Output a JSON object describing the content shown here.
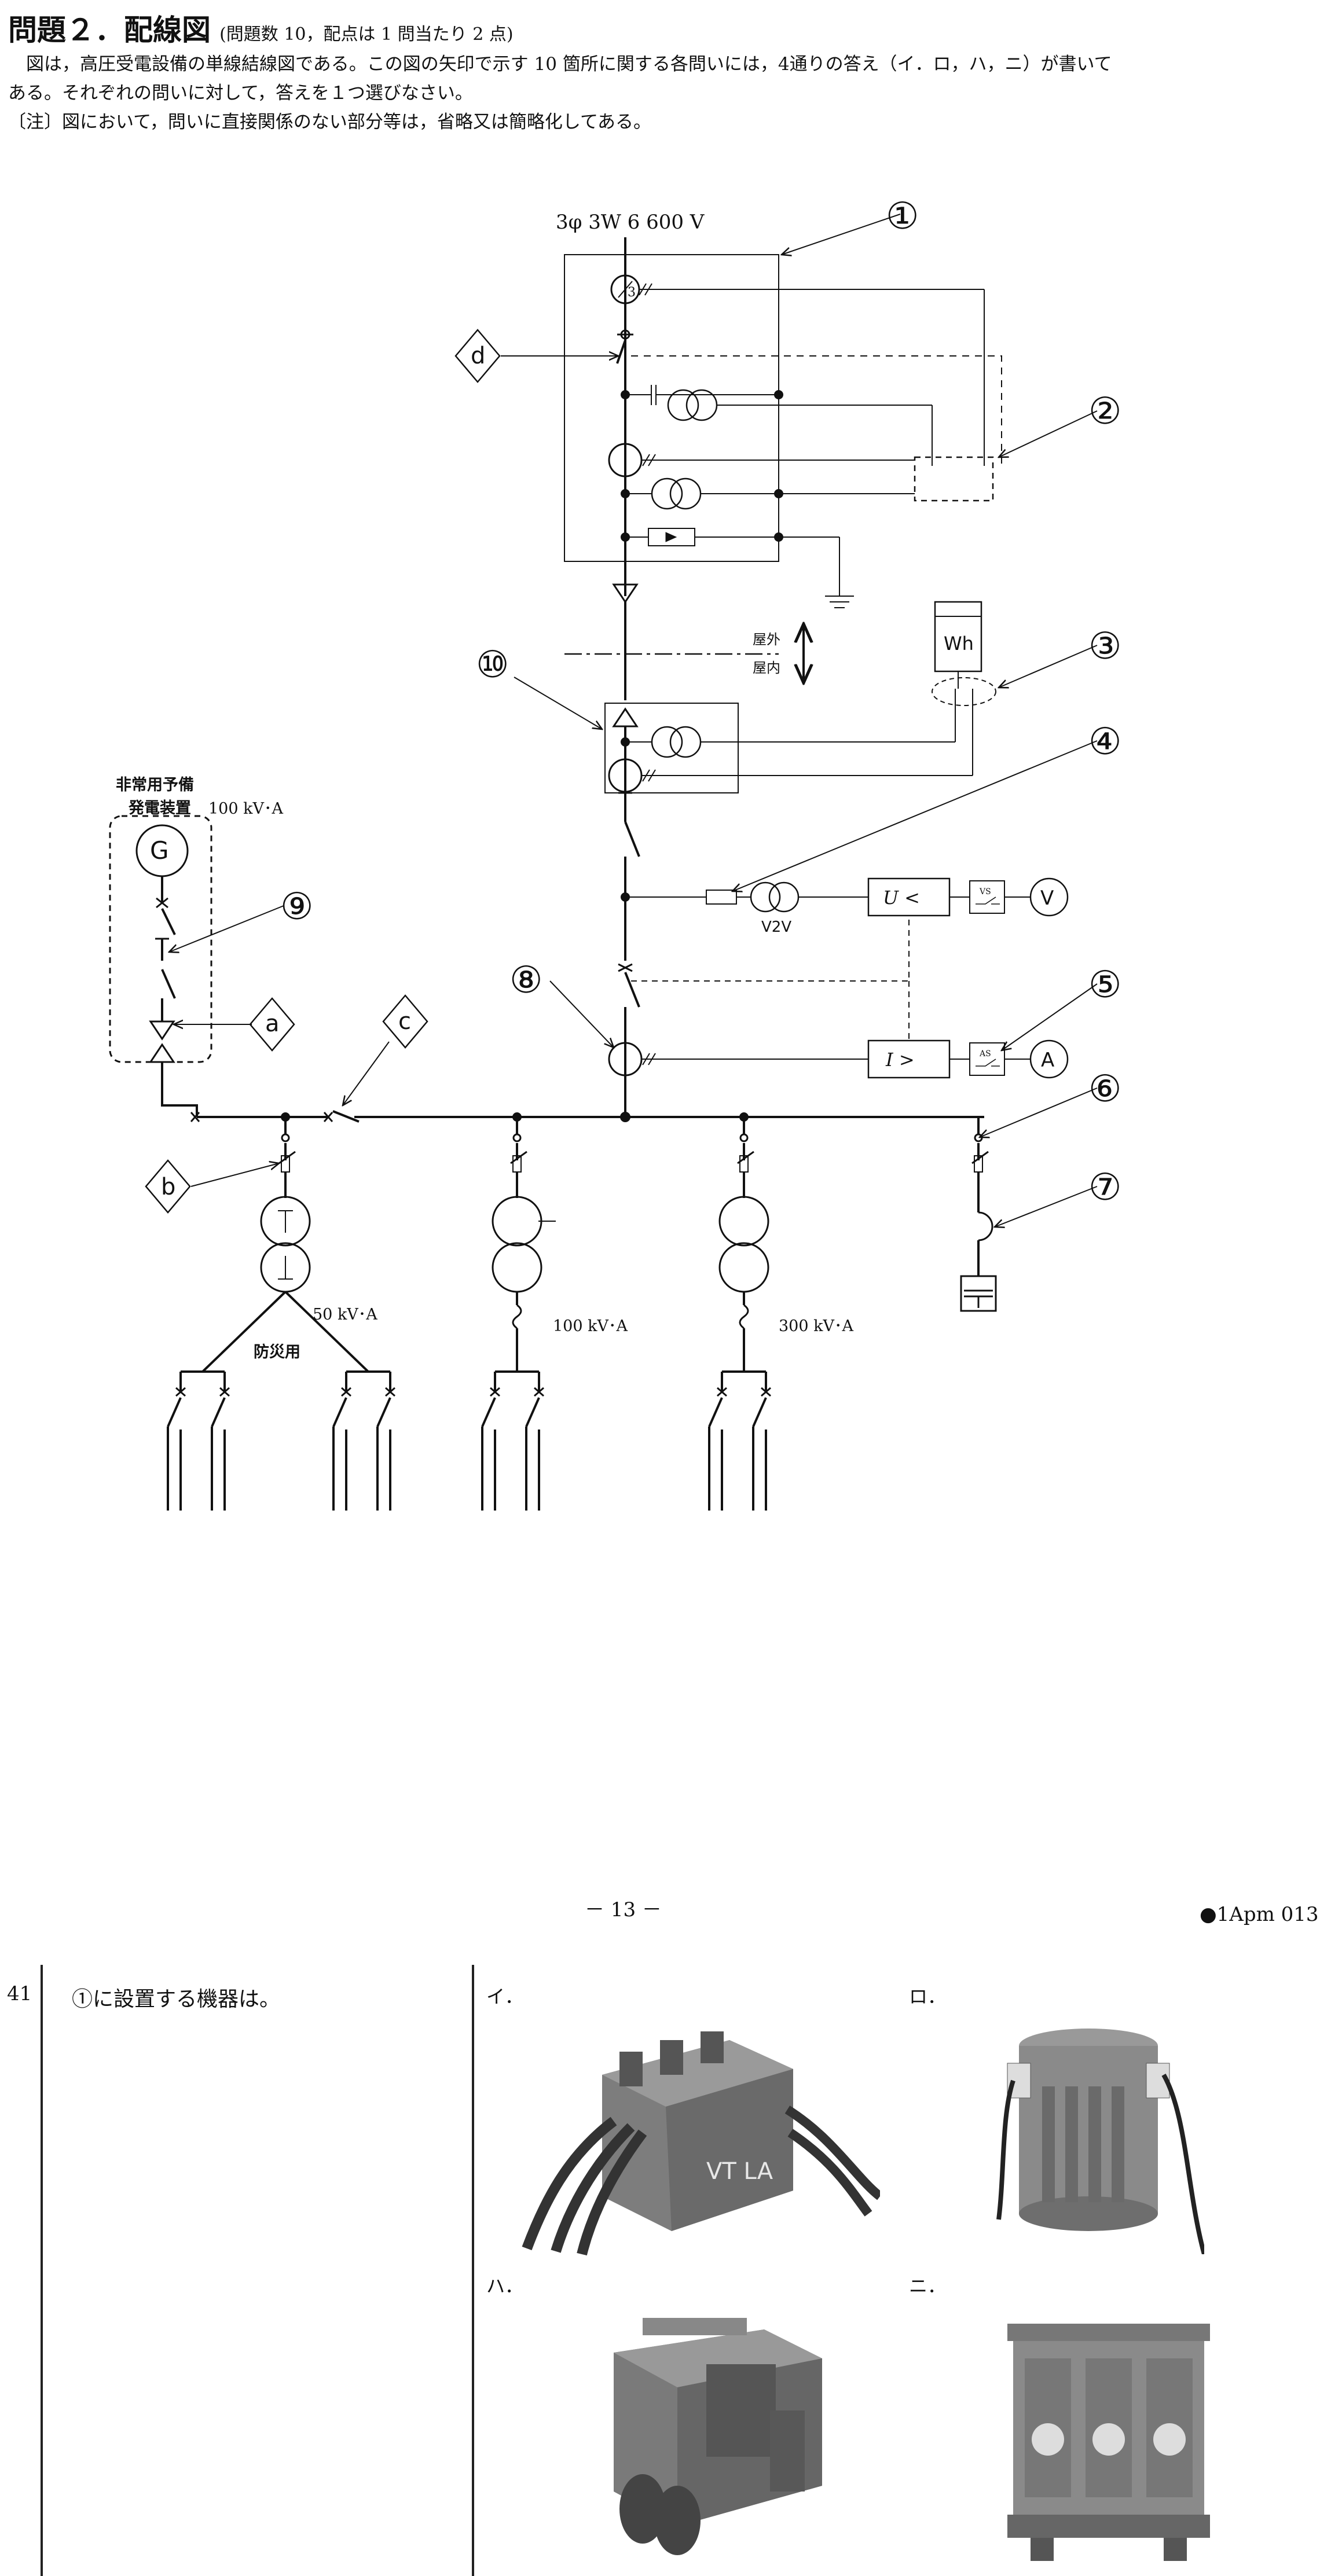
{
  "header": {
    "title": "問題２．配線図",
    "note": "(問題数 10，配点は 1 問当たり 2 点)"
  },
  "intro": {
    "line1": "図は，高圧受電設備の単線結線図である。この図の矢印で示す 10 箇所に関する各問いには，4通りの答え（イ．ロ，ハ，ニ）が書いて",
    "line2": "ある。それぞれの問いに対して，答えを１つ選びなさい。",
    "note": "〔注〕図において，問いに直接関係のない部分等は，省略又は簡略化してある。"
  },
  "diagram": {
    "supply": "3φ 3W  6 600 V",
    "ct_ratio": "3",
    "outdoor": "屋外",
    "indoor": "屋内",
    "wh": "Wh",
    "v2v": "V2V",
    "relay_uv": "U <",
    "relay_oc": "I >",
    "switch_vs": "VS",
    "switch_as": "AS",
    "meter_v": "V",
    "meter_a": "A",
    "gen_title1": "非常用予備",
    "gen_title2": "発電装置",
    "gen_rating": "100 kV･A",
    "gen_symbol": "G",
    "tr1_rating": "50 kV･A",
    "tr1_label": "防災用",
    "tr2_rating": "100 kV･A",
    "tr3_rating": "300 kV･A",
    "circled": [
      "①",
      "②",
      "③",
      "④",
      "⑤",
      "⑥",
      "⑦",
      "⑧",
      "⑨",
      "⑩"
    ],
    "diamonds": [
      "a",
      "b",
      "c",
      "d"
    ]
  },
  "footer": {
    "page_number": "－ 13 －",
    "code": "●1Apm  013"
  },
  "question": {
    "number": "41",
    "text": "①に設置する機器は。",
    "choices": [
      {
        "label": "イ．",
        "photo_text": "VT LA"
      },
      {
        "label": "ロ．",
        "photo_text": ""
      },
      {
        "label": "ハ．",
        "photo_text": ""
      },
      {
        "label": "ニ．",
        "photo_text": ""
      }
    ]
  }
}
